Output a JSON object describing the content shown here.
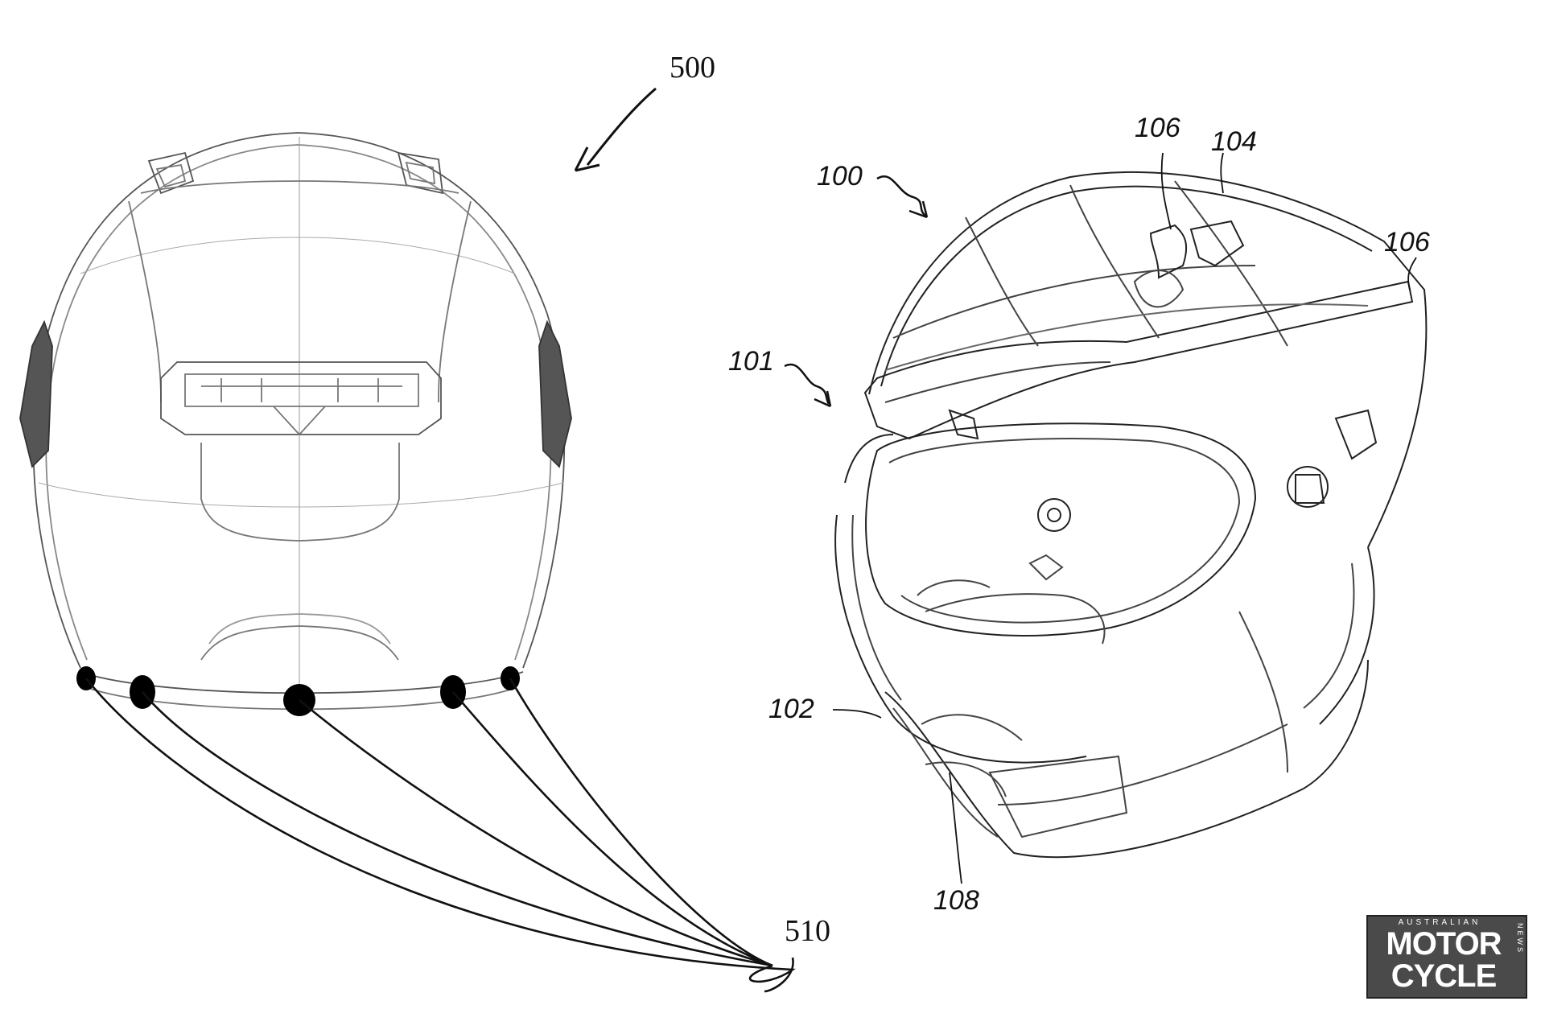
{
  "labels": {
    "fig500": "500",
    "ref510": "510",
    "fig100": "100",
    "ref101": "101",
    "ref102": "102",
    "ref104": "104",
    "ref106a": "106",
    "ref106b": "106",
    "ref108": "108"
  },
  "logo": {
    "top": "AUSTRALIAN",
    "line1": "MOTOR",
    "line2": "CYCLE",
    "side": "NEWS"
  }
}
